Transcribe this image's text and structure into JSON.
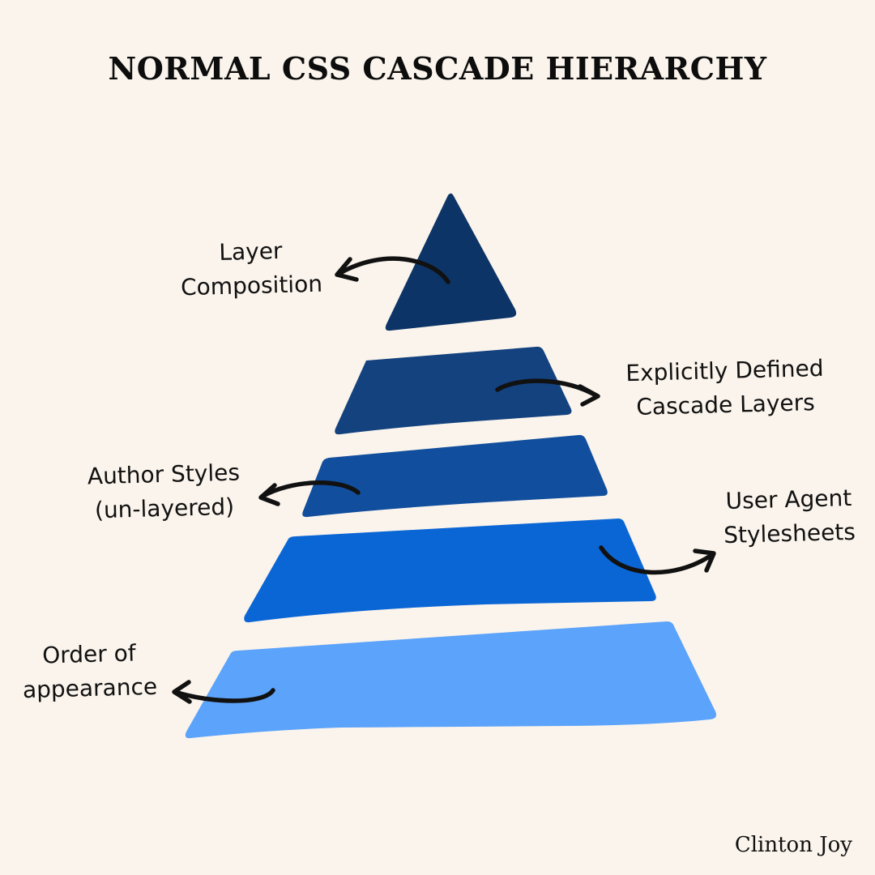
{
  "title": "NORMAL CSS CASCADE HIERARCHY",
  "colors": {
    "background": "#faf4ec",
    "level_1": "#0d3466",
    "level_2": "#13427f",
    "level_3": "#114e9d",
    "level_4": "#0b66d5",
    "level_5": "#5ca3fb",
    "arrow": "#111111",
    "text": "#111111"
  },
  "labels": {
    "layer_composition": [
      "Layer",
      "Composition"
    ],
    "explicit_layers": [
      "Explicitly Defined",
      "Cascade Layers"
    ],
    "author_styles": [
      "Author Styles",
      "(un-layered)"
    ],
    "user_agent": [
      "User Agent",
      "Stylesheets"
    ],
    "order_of_appearance": [
      "Order of",
      "appearance"
    ]
  },
  "author": "Clinton Joy"
}
